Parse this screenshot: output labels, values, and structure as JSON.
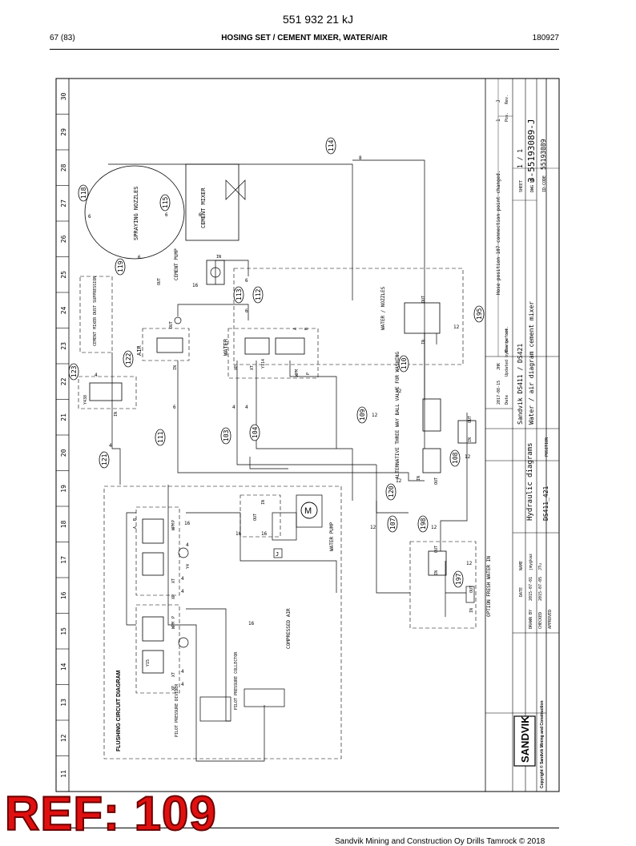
{
  "header": {
    "doc_number": "551 932 21 kJ",
    "page": "67 (83)",
    "section_title": "HOSING SET / CEMENT MIXER, WATER/AIR",
    "date_code": "180927"
  },
  "footer": {
    "company_copyright": "Sandvik Mining and Construction Oy Drills Tamrock © 2018",
    "ref_stamp": "REF: 109"
  },
  "grid": {
    "columns": [
      "30",
      "29",
      "28",
      "27",
      "26",
      "25",
      "24",
      "23",
      "22",
      "21",
      "20",
      "19",
      "18",
      "17",
      "16",
      "15",
      "14",
      "13",
      "12",
      "11"
    ]
  },
  "title_block": {
    "brand": "SANDVIK",
    "copyright": "Copyright © Sandvik Mining and Construction",
    "title": "Hydraulic diagrams",
    "position_label": "POSITION",
    "position_value": "DS411_421",
    "subtitle1": "Sandvik DS411 / DS421",
    "subtitle2": "Water / air diagram cement mixer",
    "sheet_label": "SHEET",
    "sheet_value": "1 / 1",
    "dwg_label": "DWG NR",
    "dwg_value": "3-55193089-J",
    "idcode_label": "ID-CODE",
    "idcode_value": "55193089",
    "rev_label": "Rev.",
    "rev_value": "J",
    "pos_label": "Pos.",
    "pos_value": "1",
    "change_note": "Hose position 107 connection point changed.",
    "was_before": "Was before",
    "change_date": "2017-08-15",
    "change_by": "JHK",
    "date_label": "Date",
    "updated_label": "Updated by",
    "change_label": "Change not.",
    "date2_label": "Date",
    "name_label": "NAME",
    "date_col_label": "DATE",
    "drawn_by": "DRAWN BY",
    "drawn_date": "2015-07-01",
    "drawn_name": "jmygkaz",
    "checked_by": "CHECKED",
    "checked_date": "2015-07-05",
    "checked_name": "JTu",
    "approved": "APPROVED"
  },
  "labels": {
    "spraying_nozzles": "SPRAYING NOZZLES",
    "cement_mixer": "CEMENT MIXER",
    "cement_pump": "CEMENT PUMP",
    "cement_mixer_dust": "CEMENT MIXER DUST SUPPRESSION",
    "air": "AIR",
    "water": "WATER",
    "water_nozzles": "WATER / NOZZLES",
    "alt_valve": "ALTERNATIVE THREE WAY BALL VALVE FOR WASHING",
    "option_fresh": "OPTION FRESH WATER IN",
    "water_pump": "WATER PUMP",
    "compressed_air": "COMPRESSED AIR",
    "pilot_pressure_collector": "PILOT PRESSURE COLLECTOR",
    "pilot_pressure_divider": "PILOT PRESSURE DIVIDER",
    "flushing": "FLUSHING CIRCUIT DIAGRAM",
    "y438": "Y438",
    "y114": "Y114",
    "y15": "Y15",
    "y4": "Y4",
    "j_label": "J",
    "m_label": "M",
    "in": "IN",
    "out": "OUT",
    "xp": "XP",
    "xt": "XT",
    "wpm": "WPM",
    "p": "P",
    "a": "A",
    "b": "B"
  },
  "callouts": [
    "114",
    "118",
    "115",
    "119",
    "113",
    "112",
    "123",
    "122",
    "111",
    "103",
    "104",
    "121",
    "109",
    "110",
    "195",
    "108",
    "120",
    "107",
    "198",
    "197"
  ],
  "hose_sizes": {
    "s4": "4",
    "s6": "6",
    "s8": "8",
    "s12": "12",
    "s16": "16"
  }
}
